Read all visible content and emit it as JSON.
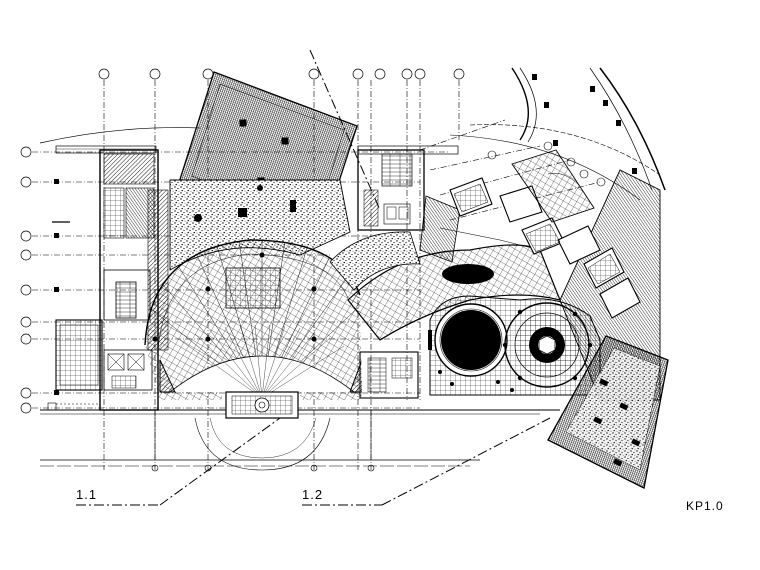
{
  "drawing": {
    "sheet_number": "KP1.0",
    "section_markers": [
      "1.1",
      "1.2"
    ]
  }
}
